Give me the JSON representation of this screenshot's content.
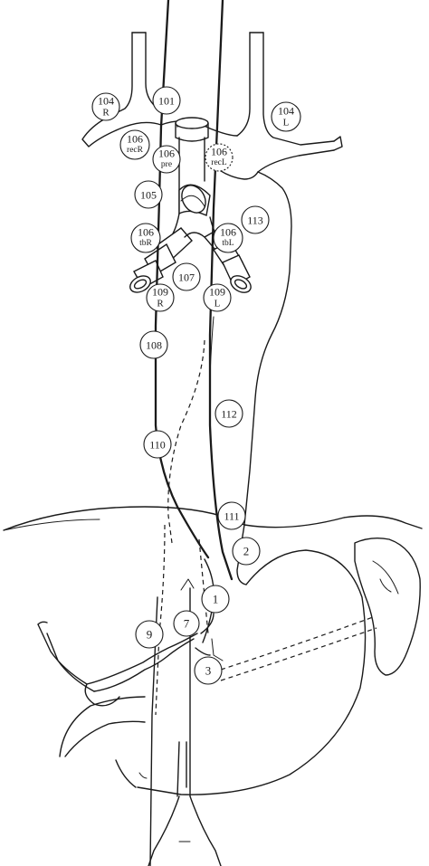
{
  "diagram": {
    "stations": [
      {
        "id": "s101",
        "lines": [
          "101"
        ]
      },
      {
        "id": "s104R",
        "lines": [
          "104",
          "R"
        ]
      },
      {
        "id": "s104L",
        "lines": [
          "104",
          "L"
        ]
      },
      {
        "id": "s106recR",
        "lines": [
          "106",
          "recR"
        ]
      },
      {
        "id": "s106pre",
        "lines": [
          "106",
          "pre"
        ]
      },
      {
        "id": "s106recL",
        "lines": [
          "106",
          "recL"
        ]
      },
      {
        "id": "s105",
        "lines": [
          "105"
        ]
      },
      {
        "id": "s113",
        "lines": [
          "113"
        ]
      },
      {
        "id": "s106tbR",
        "lines": [
          "106",
          "tbR"
        ]
      },
      {
        "id": "s106tbL",
        "lines": [
          "106",
          "tbL"
        ]
      },
      {
        "id": "s107",
        "lines": [
          "107"
        ]
      },
      {
        "id": "s109R",
        "lines": [
          "109",
          "R"
        ]
      },
      {
        "id": "s109L",
        "lines": [
          "109",
          "L"
        ]
      },
      {
        "id": "s108",
        "lines": [
          "108"
        ]
      },
      {
        "id": "s112",
        "lines": [
          "112"
        ]
      },
      {
        "id": "s110",
        "lines": [
          "110"
        ]
      },
      {
        "id": "s111",
        "lines": [
          "111"
        ]
      },
      {
        "id": "s2",
        "lines": [
          "2"
        ]
      },
      {
        "id": "s1",
        "lines": [
          "1"
        ]
      },
      {
        "id": "s7",
        "lines": [
          "7"
        ]
      },
      {
        "id": "s9",
        "lines": [
          "9"
        ]
      },
      {
        "id": "s3",
        "lines": [
          "3"
        ]
      }
    ]
  }
}
